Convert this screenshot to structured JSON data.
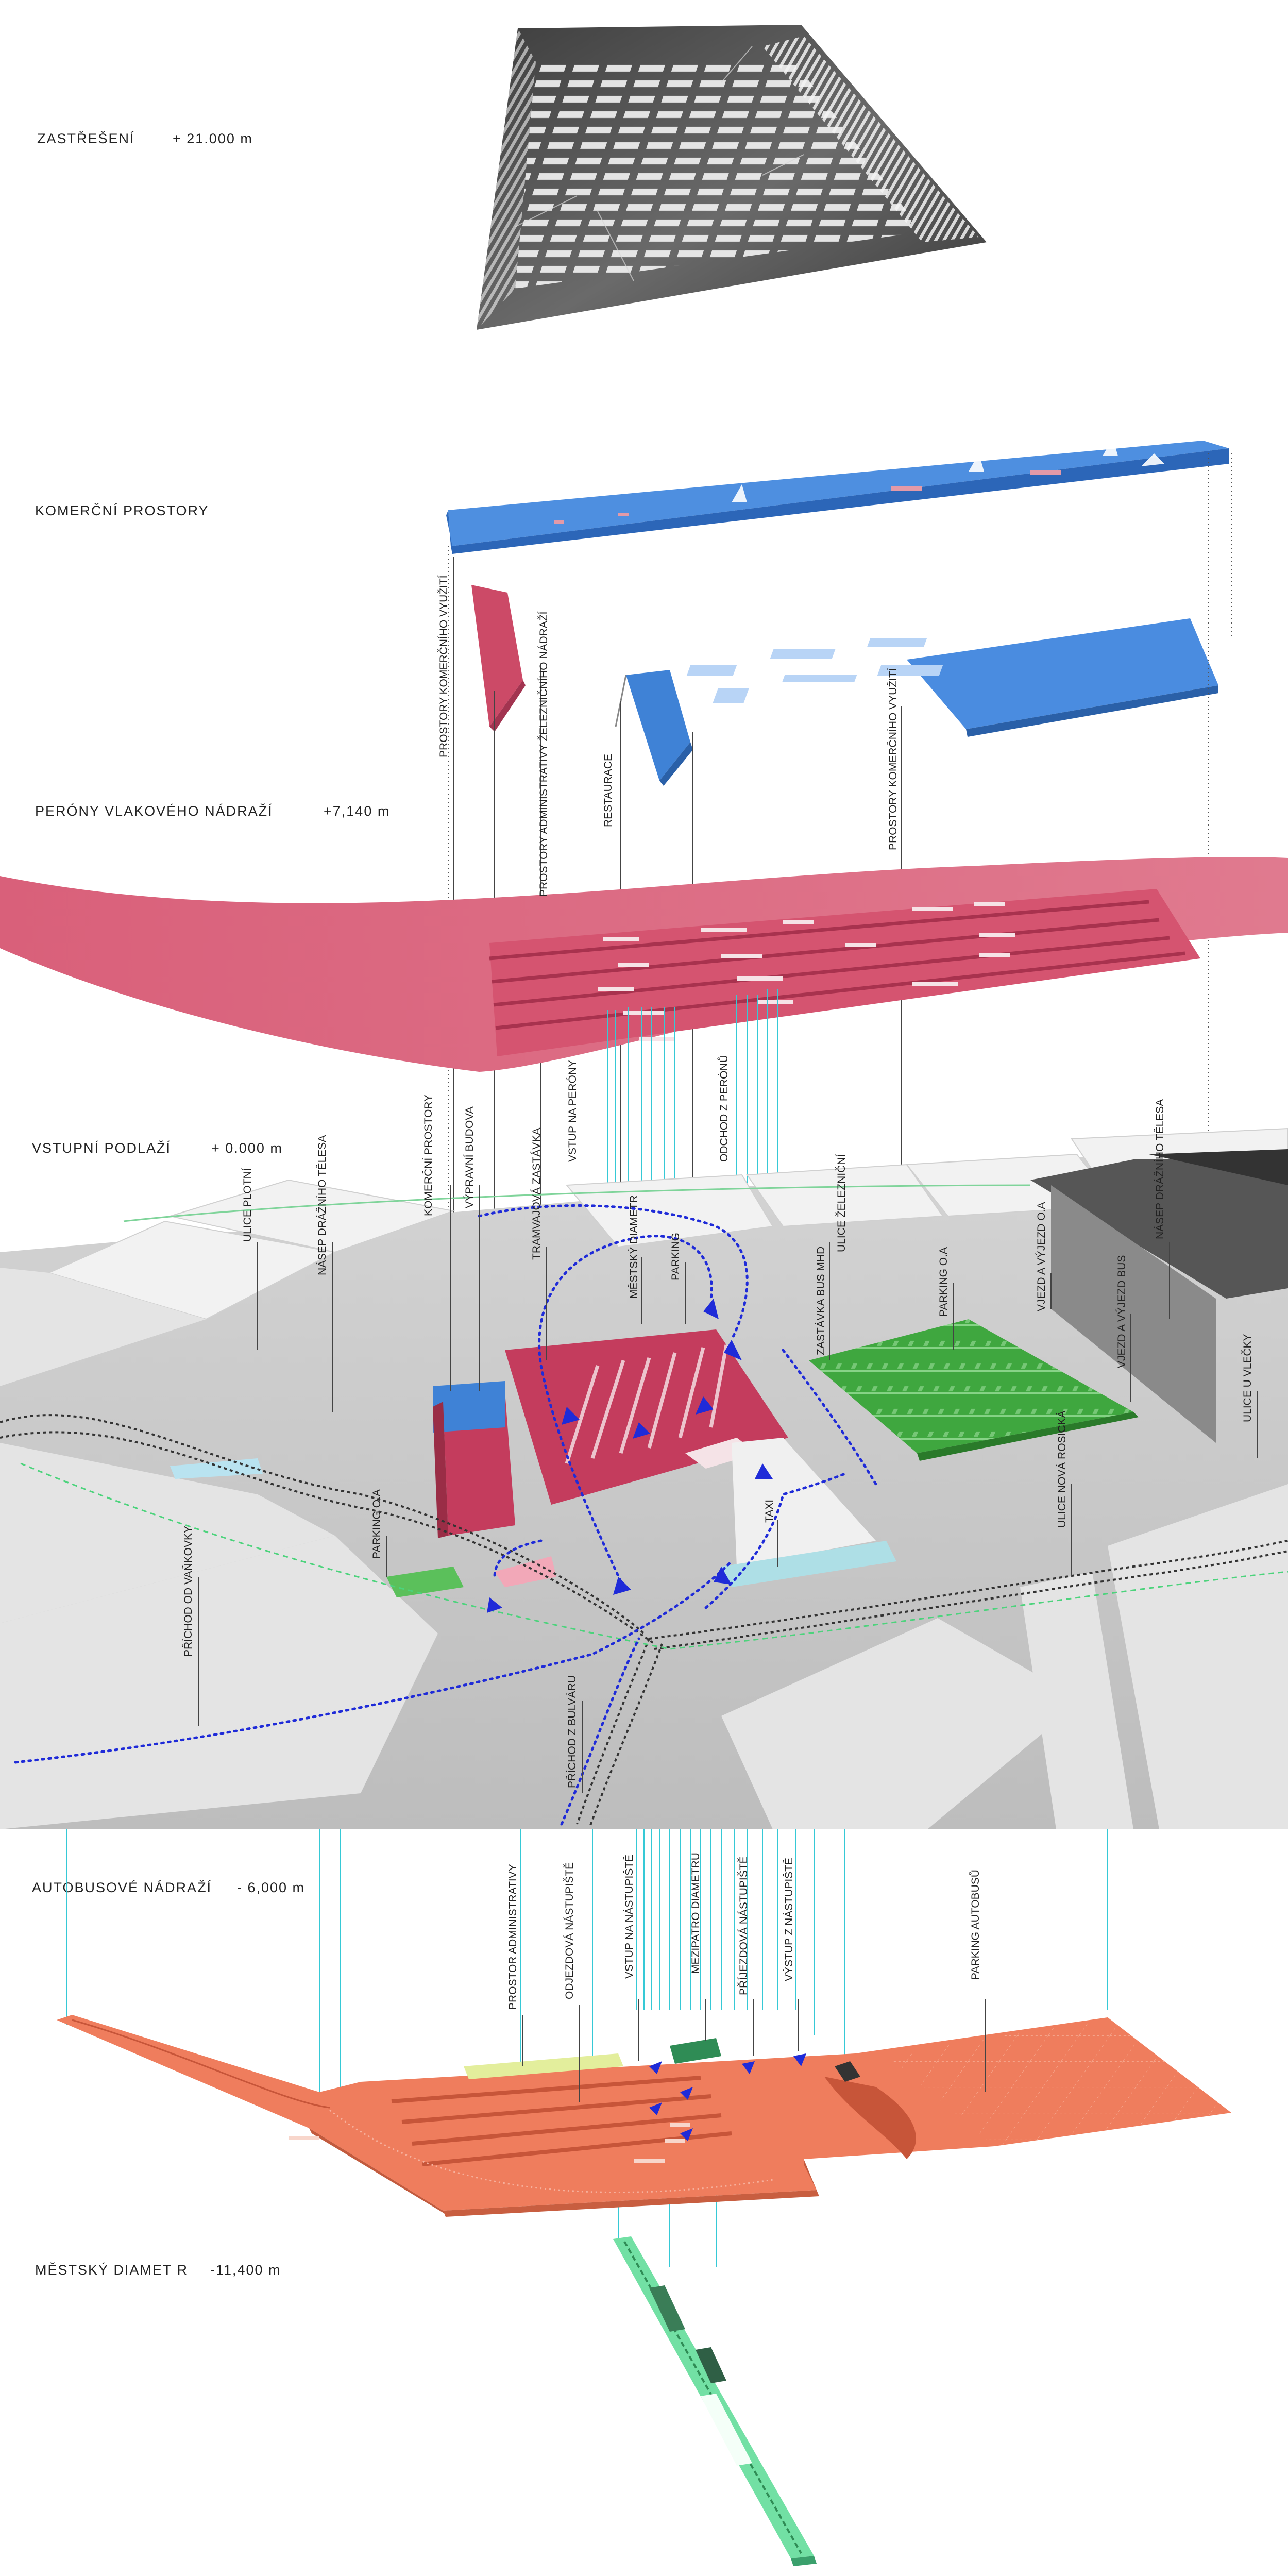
{
  "levels": {
    "roof": {
      "name": "ZASTŘEŠENÍ",
      "elevation": "+ 21.000 m"
    },
    "commercial": {
      "name": "KOMERČNÍ PROSTORY",
      "elevation": ""
    },
    "platforms": {
      "name": "PERÓNY VLAKOVÉHO NÁDRAŽÍ",
      "elevation": "+7,140 m"
    },
    "entrance": {
      "name": "VSTUPNÍ PODLAŽÍ",
      "elevation": "+ 0.000 m"
    },
    "bus": {
      "name": "AUTOBUSOVÉ NÁDRAŽÍ",
      "elevation": "- 6,000 m"
    },
    "metro": {
      "name": "MĚSTSKÝ DIAMET R",
      "elevation": "-11,400 m"
    }
  },
  "labels": {
    "upper": {
      "commercial_use_1": "PROSTORY KOMERČNÍHO VYUŽITÍ",
      "admin_rail": "PROSTORY ADMINISTRATIVY ŽELEZNIČNÍHO NÁDRAŽÍ",
      "restaurant": "RESTAURACE",
      "commercial_use_2": "PROSTORY KOMERČNÍHO VYUŽITÍ"
    },
    "ground": {
      "ulice_plotni": "ULICE PLOTNÍ",
      "nasep_1": "NÁSEP DRÁŽNÍHO TĚLESA",
      "komercni": "KOMERČNÍ PROSTORY",
      "vypravni": "VÝPRAVNÍ BUDOVA",
      "tram": "TRAMVAJOVÁ ZASTÁVKA",
      "vstup_perony": "VSTUP NA PERÓNY",
      "mestsky_diametr": "MĚSTSKÝ DIAMETR",
      "parking": "PARKING",
      "odchod": "ODCHOD Z PERÓNŮ",
      "zastavka_bus": "ZASTÁVKA BUS MHD",
      "ulice_zeleznicni": "ULICE ŽELEZNIČNÍ",
      "parking_oa_1": "PARKING O.A",
      "vjezd_oa": "VJEZD A VÝJEZD O.A",
      "vjezd_bus": "VJEZD A VÝJEZD BUS",
      "nasep_2": "NÁSEP DRÁŽNÍHO TĚLESA",
      "ulice_vlecky": "ULICE U VLEČKY",
      "ulice_nova": "ULICE NOVÁ ROSICKÁ",
      "taxi": "TAXI",
      "parking_oa_2": "PARKING O.A",
      "prichod_vankovky": "PŘÍCHOD OD VAŇKOVKY",
      "prichod_bulvaru": "PŘÍCHOD Z BULVÁRU"
    },
    "bus": {
      "admin": "PROSTOR ADMINISTRATIVY",
      "odjezdova": "ODJEZDOVÁ NÁSTUPIŠTĚ",
      "vstup": "VSTUP NA NÁSTUPIŠTĚ",
      "mezipatro": "MEZIPATRO DIAMETRU",
      "prijezdova": "PŘÍJEZDOVÁ NÁSTUPIŠTĚ",
      "vystup": "VÝSTUP Z NÁSTUPIŠTĚ",
      "parking": "PARKING AUTOBUSŮ"
    }
  },
  "colors": {
    "roof": "#4d4d4d",
    "commercial_blue": "#3f82d6",
    "platform_pink": "#d9607a",
    "plaza_crimson": "#c43c5d",
    "parking_green": "#3fa73f",
    "bus_orange": "#ef7d5d",
    "metro_green": "#72e0a4",
    "ground_gray": "#c7c7c7",
    "cyan_lines": "#36c9d6",
    "route_blue": "#1f2bd8"
  }
}
